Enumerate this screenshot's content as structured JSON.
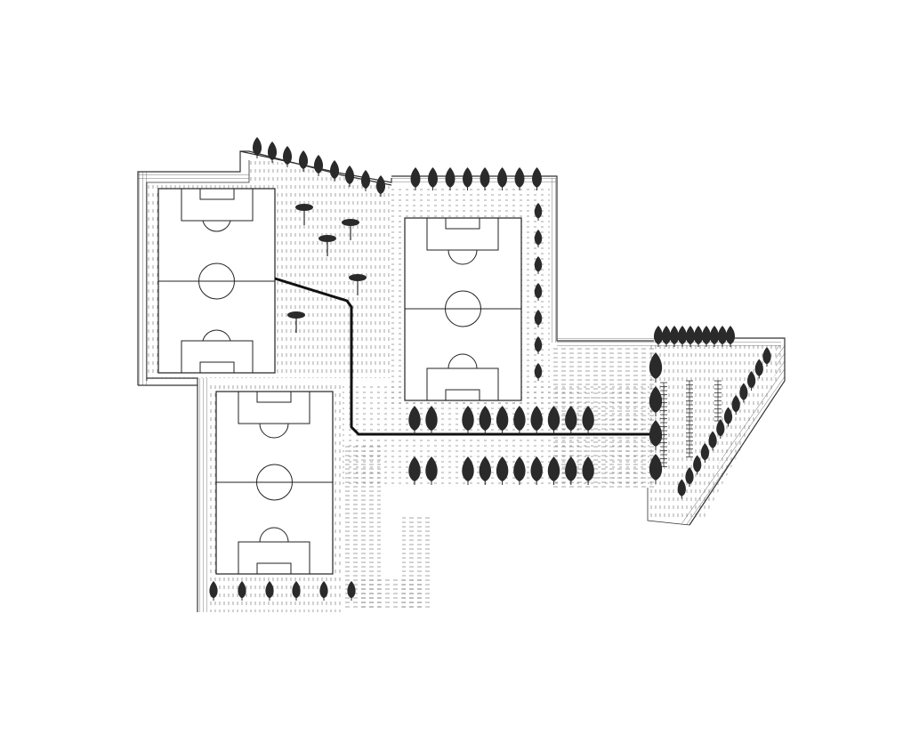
{
  "drawing": {
    "type": "site-plan",
    "colors": {
      "background": "#ffffff",
      "ink": "#222222",
      "hatch": "#555555",
      "tree": "#2a2a2a",
      "path": "#111111"
    },
    "elements": {
      "football_pitches": 3,
      "parking_stalls_columns": 3,
      "walkway": "main-path",
      "tree_icon": "cypress-tree-icon",
      "umbrella_tree_icon": "umbrella-pine-icon"
    }
  }
}
